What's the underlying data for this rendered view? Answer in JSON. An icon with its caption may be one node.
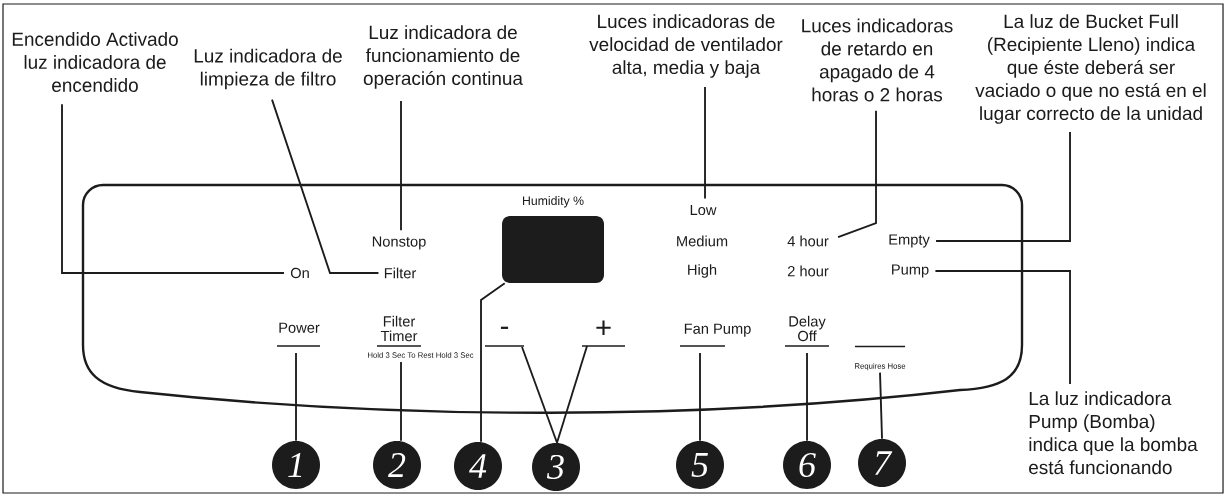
{
  "diagram": {
    "nodes": [
      {
        "text": [
          "Encendido Activado luz indicadora de encendido"
        ]
      },
      {
        "text": [
          "Luz indicadora de limpieza de filtro"
        ]
      },
      {
        "text": [
          "Luz indicadora de funcionamiento de operación continua"
        ]
      },
      {
        "text": [
          "Luces indicadoras de velocidad de ventilador alta, media y baja"
        ]
      },
      {
        "text": [
          "Luces indicadoras de retardo en apagado de 4 horas o 2 horas"
        ]
      },
      {
        "text": [
          "La luz de Bucket Full (Recipiente Lleno) indica que éste deberá ser vaciado o que no está en el lugar correcto de la unidad"
        ]
      },
      {
        "text": [],
        "shape": "box"
      },
      {
        "text": [
          "On"
        ],
        "in": 6
      },
      {
        "text": [
          "Filter"
        ],
        "in": 6
      },
      {
        "text": [
          "Nonstop"
        ],
        "in": 6
      },
      {
        "text": [
          "Humidity %"
        ],
        "in": 6
      },
      {
        "text": [
          "Low"
        ],
        "in": 6
      },
      {
        "text": [
          "4 hour"
        ],
        "in": 6
      },
      {
        "text": [
          "Empty"
        ],
        "in": 6
      },
      {
        "text": [
          "Pump"
        ],
        "in": 6
      },
      {
        "text": [
          "Power"
        ],
        "in": 6
      },
      {
        "text": [
          "Filter Timer"
        ],
        "in": 6
      },
      {
        "text": [
          "-"
        ],
        "in": 6
      },
      {
        "text": [
          "+"
        ],
        "in": 6
      },
      {
        "text": [
          "Fan Pump"
        ],
        "in": 6
      },
      {
        "text": [
          "Delay Off"
        ],
        "in": 6
      },
      {
        "text": [],
        "shape": "bar",
        "in": 6,
        "beside": [
          "Requires Hose"
        ]
      },
      {
        "text": [
          "La luz indicadora Pump (Bomba) indica que la bomba está funcionando"
        ]
      },
      {
        "text": [
          "1"
        ]
      },
      {
        "text": [
          "2"
        ]
      },
      {
        "text": [
          "4"
        ]
      },
      {
        "text": [
          "3"
        ]
      },
      {
        "text": [
          "5"
        ]
      },
      {
        "text": [
          "6"
        ]
      },
      {
        "text": [
          "7"
        ]
      }
    ],
    "edges": [
      {
        "from": 0,
        "to": 7,
        "arrow": "none"
      },
      {
        "from": 1,
        "to": 8,
        "arrow": "none"
      },
      {
        "from": 2,
        "to": 9,
        "arrow": "none"
      },
      {
        "from": 3,
        "to": 11,
        "arrow": "none"
      },
      {
        "from": 4,
        "to": 12,
        "arrow": "none"
      },
      {
        "from": 5,
        "to": 13,
        "arrow": "none"
      },
      {
        "from": 22,
        "to": 14,
        "arrow": "none"
      },
      {
        "from": 23,
        "to": 15,
        "arrow": "none"
      },
      {
        "from": 24,
        "to": 16,
        "arrow": "none"
      },
      {
        "from": 25,
        "to": 10,
        "arrow": "none"
      },
      {
        "from": 26,
        "to": 17,
        "arrow": "none"
      },
      {
        "from": 26,
        "to": 18,
        "arrow": "none"
      },
      {
        "from": 27,
        "to": 19,
        "arrow": "none"
      },
      {
        "from": 28,
        "to": 20,
        "arrow": "none"
      },
      {
        "from": 29,
        "to": 21,
        "arrow": "none"
      }
    ],
    "labels": [
      "Medium",
      "High",
      "2 hour",
      "Hold 3 Sec To Rest Hold 3 Sec"
    ]
  }
}
